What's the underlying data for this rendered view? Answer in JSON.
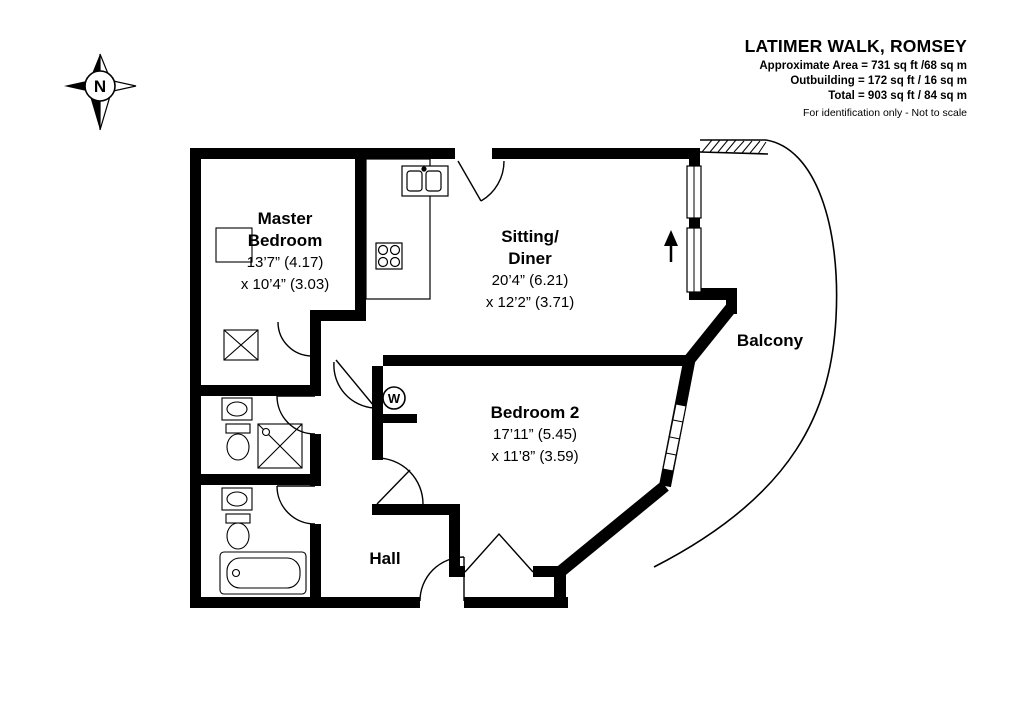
{
  "header": {
    "title": "LATIMER WALK, ROMSEY",
    "area_lines": [
      "Approximate Area = 731 sq ft /68 sq m",
      "Outbuilding = 172 sq ft / 16 sq m",
      "Total = 903 sq ft / 84 sq m"
    ],
    "disclaimer": "For identification only - Not to scale"
  },
  "compass": {
    "north": "N"
  },
  "rooms": [
    {
      "id": "master-bedroom",
      "line1": "Master",
      "line2": "Bedroom",
      "dim1": "13’7” (4.17)",
      "dim2": "x 10’4” (3.03)"
    },
    {
      "id": "sitting-diner",
      "line1": "Sitting/",
      "line2": "Diner",
      "dim1": "20’4” (6.21)",
      "dim2": "x 12’2” (3.71)"
    },
    {
      "id": "bedroom-2",
      "line1": "Bedroom 2",
      "dim1": "17’11” (5.45)",
      "dim2": "x 11’8” (3.59)"
    }
  ],
  "labels": {
    "balcony": "Balcony",
    "hall": "Hall",
    "washing_machine": "W"
  },
  "fixtures": [
    "compass-icon",
    "kitchen-sink-icon",
    "hob-icon",
    "counter",
    "washing-machine-icon",
    "toilet-icon",
    "basin-icon",
    "shower-icon",
    "bath-icon",
    "wardrobe-icon",
    "dresser-icon",
    "window",
    "door-swing",
    "entrance-arrow-icon",
    "balcony-outline"
  ],
  "colors": {
    "wall": "#000000",
    "background": "#ffffff"
  }
}
